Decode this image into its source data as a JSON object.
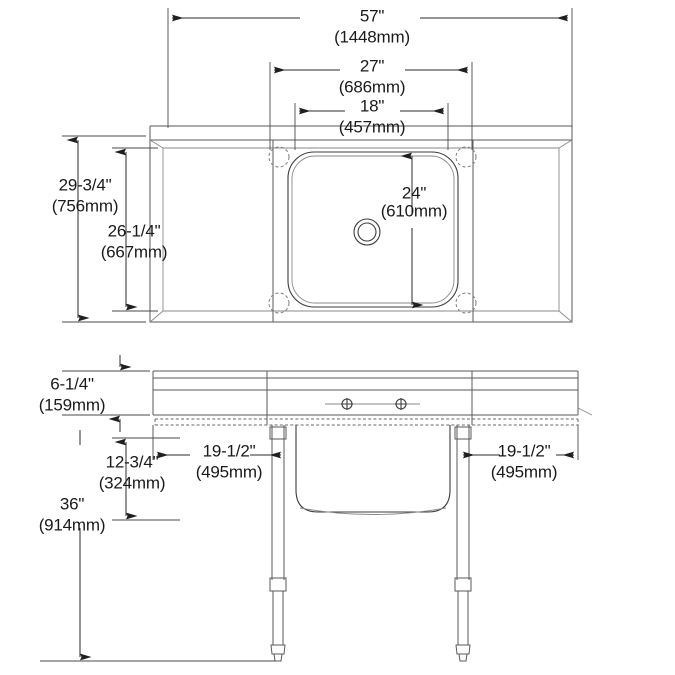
{
  "drawing": {
    "title": "Sink Dimensional Drawing",
    "views": {
      "top": {
        "name": "top-plan-view"
      },
      "front": {
        "name": "front-elevation-view"
      }
    },
    "colors": {
      "line": "#5a5a5a",
      "dimension": "#2b2b2b",
      "text": "#1a1a1a",
      "background": "#ffffff"
    }
  },
  "dimensions": {
    "overall_width": {
      "imperial": "57\"",
      "metric": "(1448mm)"
    },
    "bowl_opening_width": {
      "imperial": "27\"",
      "metric": "(686mm)"
    },
    "inner_width": {
      "imperial": "18\"",
      "metric": "(457mm)"
    },
    "overall_depth": {
      "imperial": "29-3/4\"",
      "metric": "(756mm)"
    },
    "inner_depth": {
      "imperial": "26-1/4\"",
      "metric": "(667mm)"
    },
    "bowl_depth_front": {
      "imperial": "24\"",
      "metric": "(610mm)"
    },
    "backsplash_height": {
      "imperial": "6-1/4\"",
      "metric": "(159mm)"
    },
    "bowl_depth_side": {
      "imperial": "12-3/4\"",
      "metric": "(324mm)"
    },
    "overall_height": {
      "imperial": "36\"",
      "metric": "(914mm)"
    },
    "left_drainboard": {
      "imperial": "19-1/2\"",
      "metric": "(495mm)"
    },
    "right_drainboard": {
      "imperial": "19-1/2\"",
      "metric": "(495mm)"
    }
  },
  "features": {
    "drain_opening": "drain-hole",
    "mounting_holes": "corner-mounting-hole",
    "faucet_holes": "faucet-hole",
    "leg_count": 2,
    "leg_feet": "bullet-foot"
  }
}
